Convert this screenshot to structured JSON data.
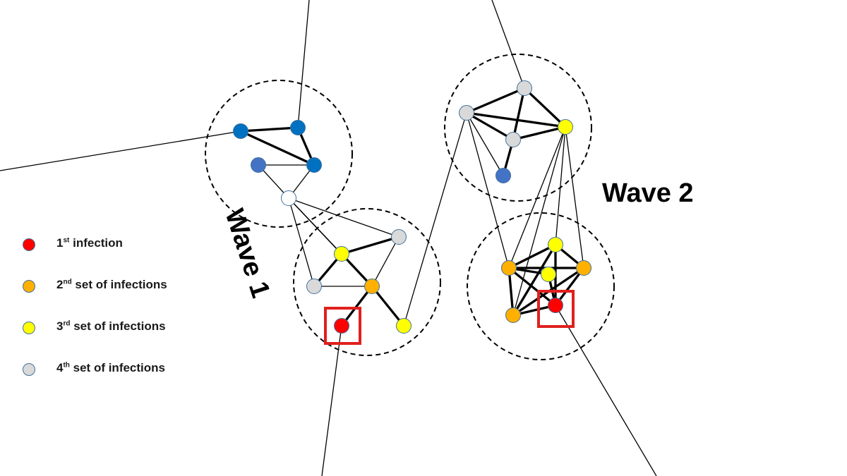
{
  "labels": {
    "wave1": "Wave 1",
    "wave2": "Wave 2"
  },
  "legend": [
    {
      "ordinal": "1",
      "suffix": "st",
      "text": " infection",
      "color": "#ff0000"
    },
    {
      "ordinal": "2",
      "suffix": "nd",
      "text": " set of infections",
      "color": "#ffb000"
    },
    {
      "ordinal": "3",
      "suffix": "rd",
      "text": " set of infections",
      "color": "#ffff00"
    },
    {
      "ordinal": "4",
      "suffix": "th",
      "text": " set of infections",
      "color": "#d9d9d9"
    }
  ],
  "colors": {
    "first": "#ff0000",
    "second": "#ffb000",
    "third": "#ffff00",
    "fourth": "#d9d9d9",
    "blue": "#0070c0",
    "blue_light": "#4472c4",
    "uninfected": "#ffffff",
    "highlight": "#e0201e"
  }
}
